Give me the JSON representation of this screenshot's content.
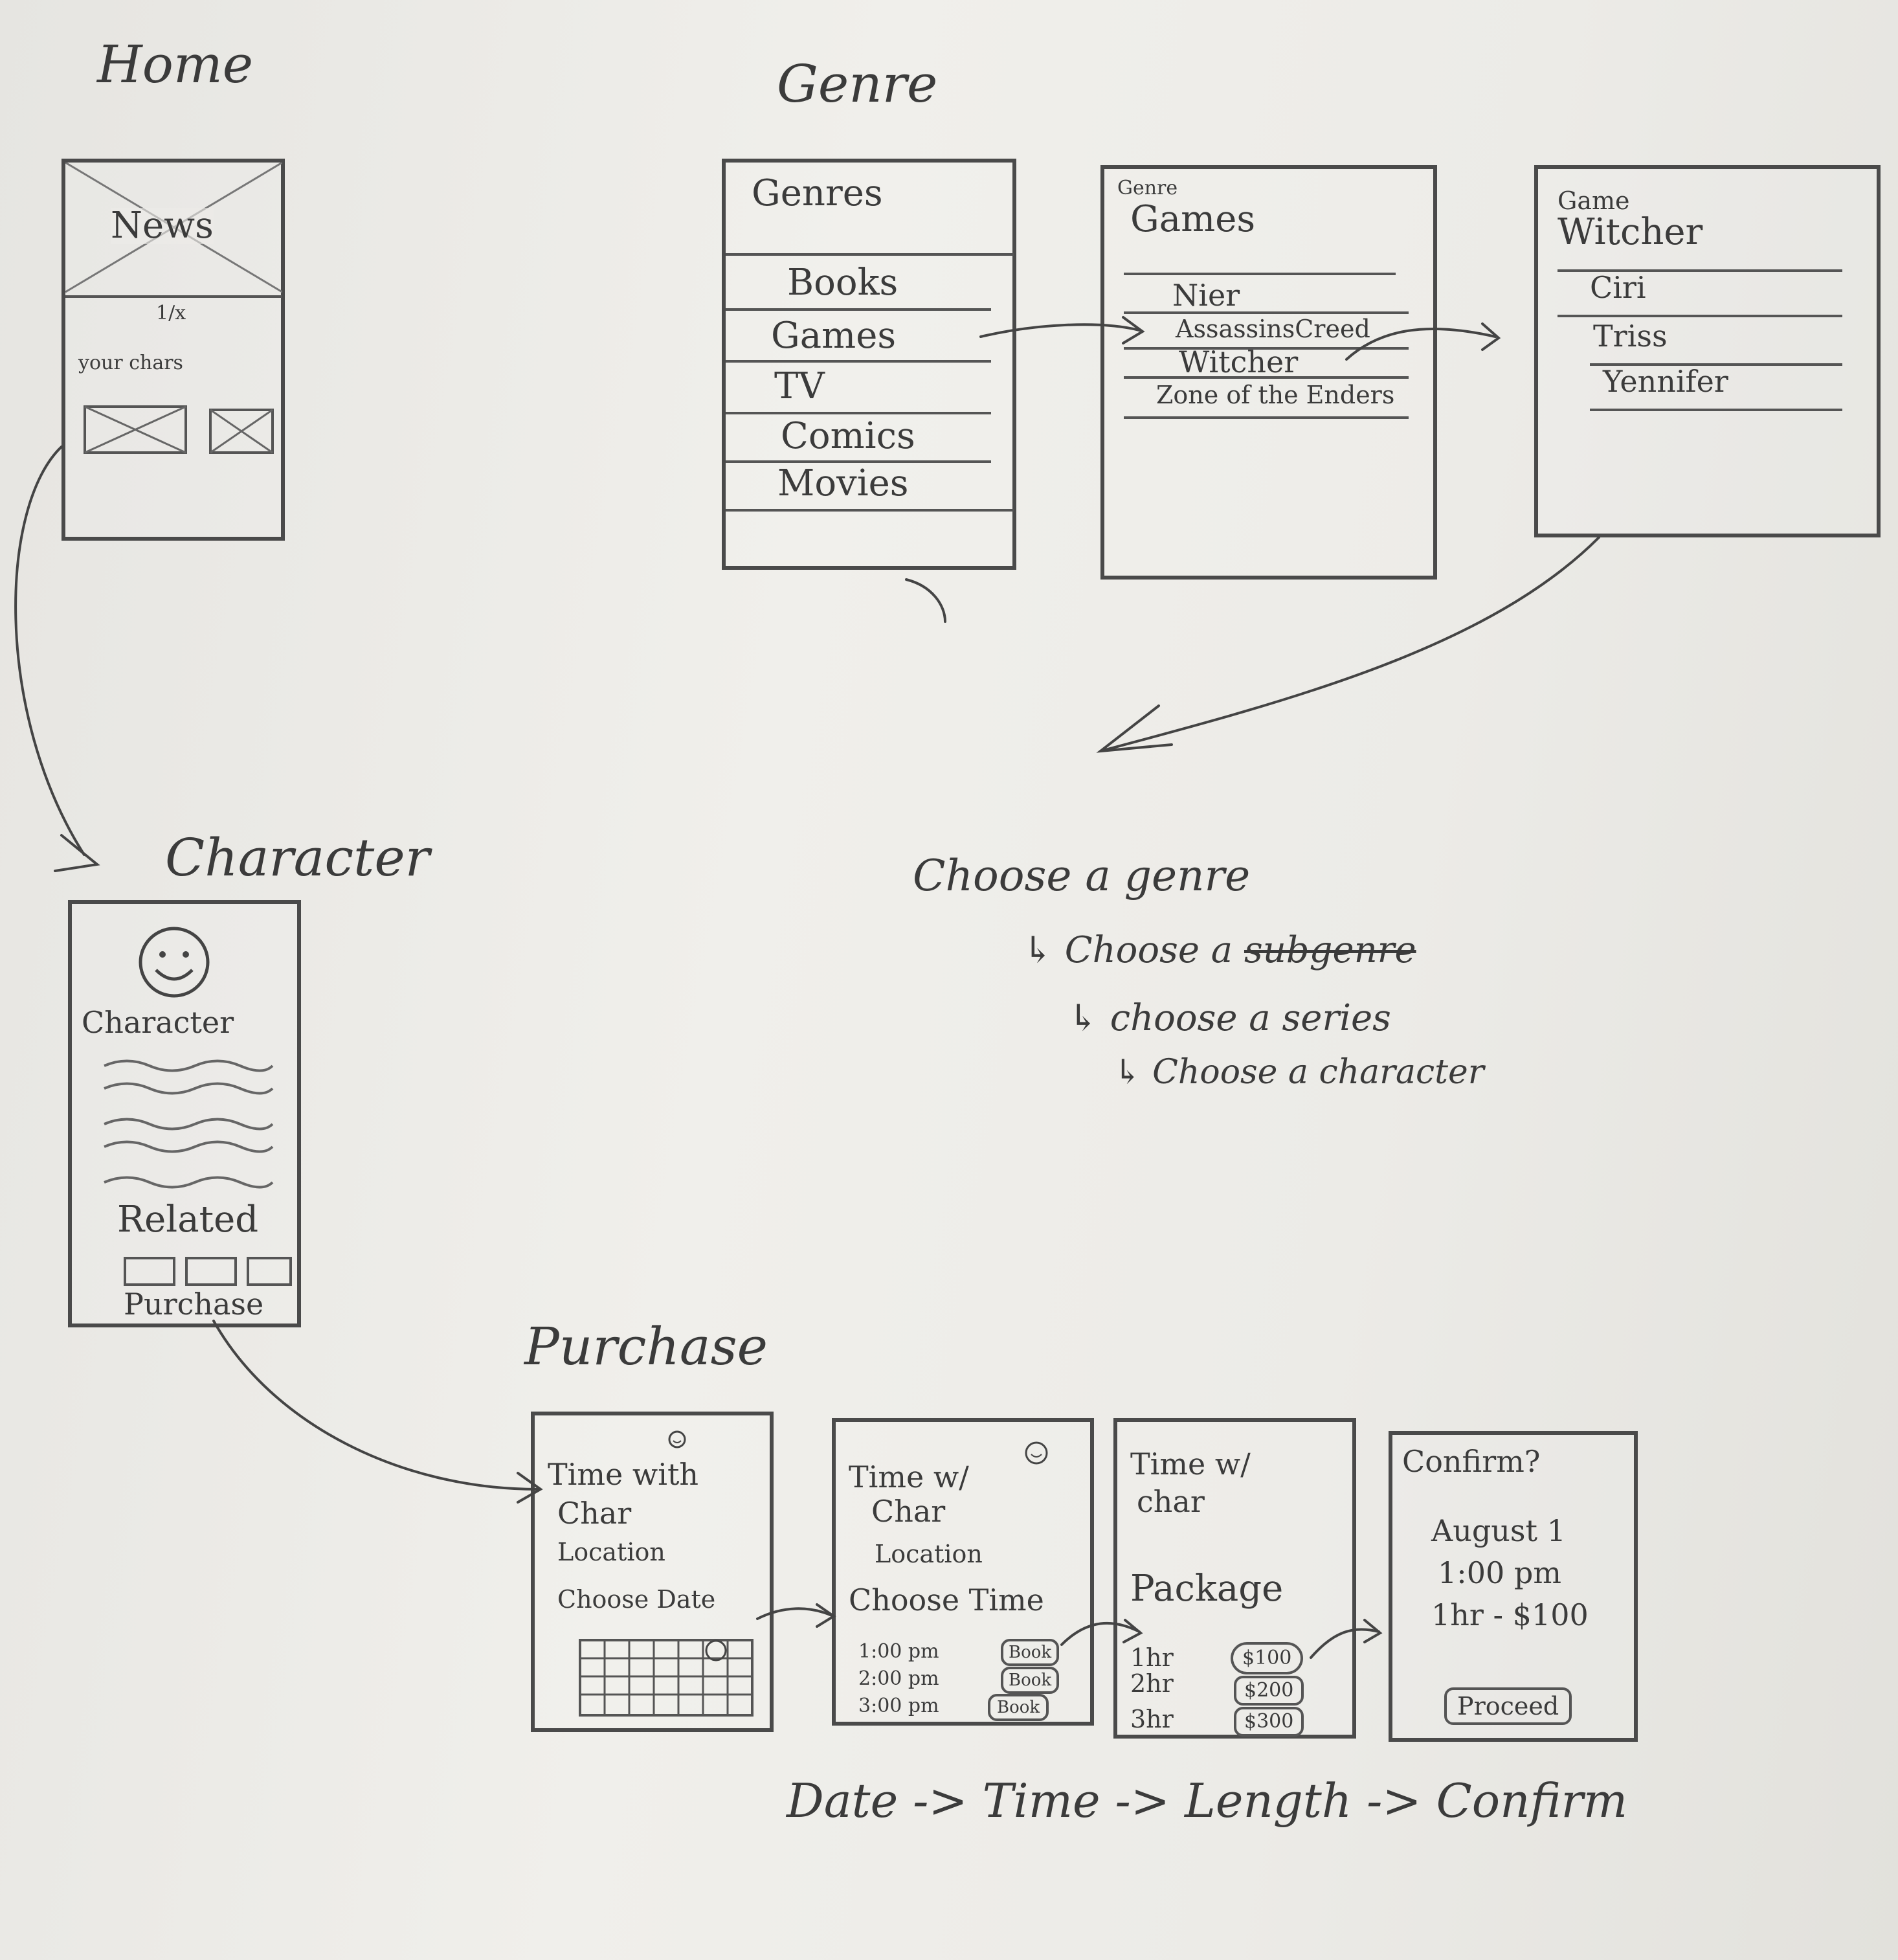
{
  "sections": {
    "home": "Home",
    "genre": "Genre",
    "character": "Character",
    "purchase": "Purchase"
  },
  "home_screen": {
    "news": "News",
    "pager": "1/x",
    "your_chars": "your chars"
  },
  "genres_screen": {
    "title": "Genres",
    "items": [
      "Books",
      "Games",
      "TV",
      "Comics",
      "Movies"
    ]
  },
  "games_screen": {
    "breadcrumb": "Genre",
    "title": "Games",
    "items": [
      "Nier",
      "AssassinsCreed",
      "Witcher",
      "Zone of the Enders"
    ]
  },
  "witcher_screen": {
    "breadcrumb": "Game",
    "title": "Witcher",
    "items": [
      "Ciri",
      "Triss",
      "Yennifer"
    ]
  },
  "flow_notes": {
    "step1": "Choose a genre",
    "step2_prefix": "Choose a",
    "step2_struck": "subgenre",
    "step3": "choose a series",
    "step4": "Choose a character"
  },
  "character_screen": {
    "name": "Character",
    "related": "Related",
    "purchase": "Purchase"
  },
  "purchase_date_screen": {
    "line1": "Time with",
    "line2": "Char",
    "line3": "Location",
    "line4": "Choose Date"
  },
  "purchase_time_screen": {
    "line1": "Time w/",
    "line2": "Char",
    "line3": "Location",
    "line4": "Choose Time",
    "times": [
      "1:00 pm",
      "2:00 pm",
      "3:00 pm"
    ],
    "book_label": "Book"
  },
  "purchase_package_screen": {
    "line1": "Time w/",
    "line2": "char",
    "package": "Package",
    "durations": [
      "1hr",
      "2hr",
      "3hr"
    ],
    "prices": [
      "$100",
      "$200",
      "$300"
    ]
  },
  "confirm_screen": {
    "title": "Confirm?",
    "date": "August 1",
    "time": "1:00 pm",
    "summary": "1hr - $100",
    "proceed": "Proceed"
  },
  "purchase_flow": {
    "steps": [
      "Date",
      "Time",
      "Length",
      "Confirm"
    ],
    "separator": "->"
  }
}
